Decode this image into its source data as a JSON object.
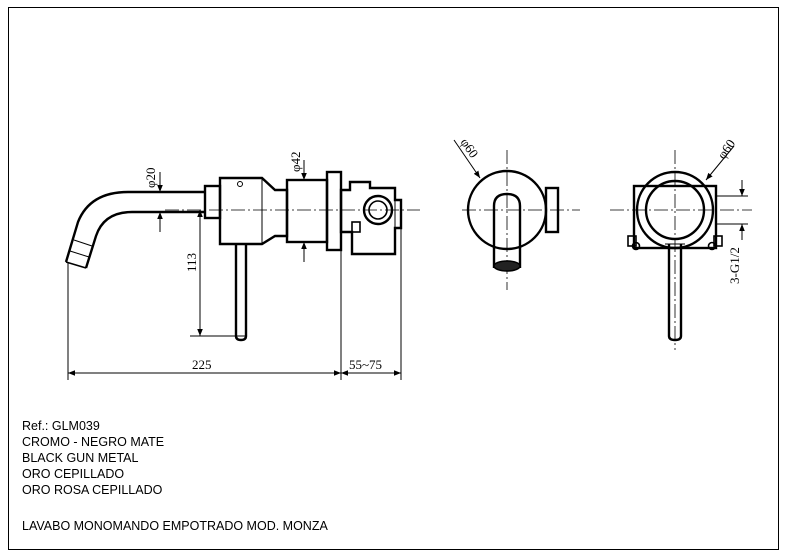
{
  "drawing": {
    "dimensions": {
      "d20": "φ20",
      "d42": "φ42",
      "h113": "113",
      "w225": "225",
      "w55_75": "55~75",
      "d60_front": "φ60",
      "d60_back": "φ60",
      "thread": "3-G1/2"
    }
  },
  "info": {
    "ref": "Ref.: GLM039",
    "finishes": [
      "CROMO - NEGRO MATE",
      "BLACK GUN METAL",
      "ORO CEPILLADO",
      "ORO ROSA CEPILLADO"
    ],
    "description": "LAVABO MONOMANDO EMPOTRADO MOD. MONZA"
  }
}
